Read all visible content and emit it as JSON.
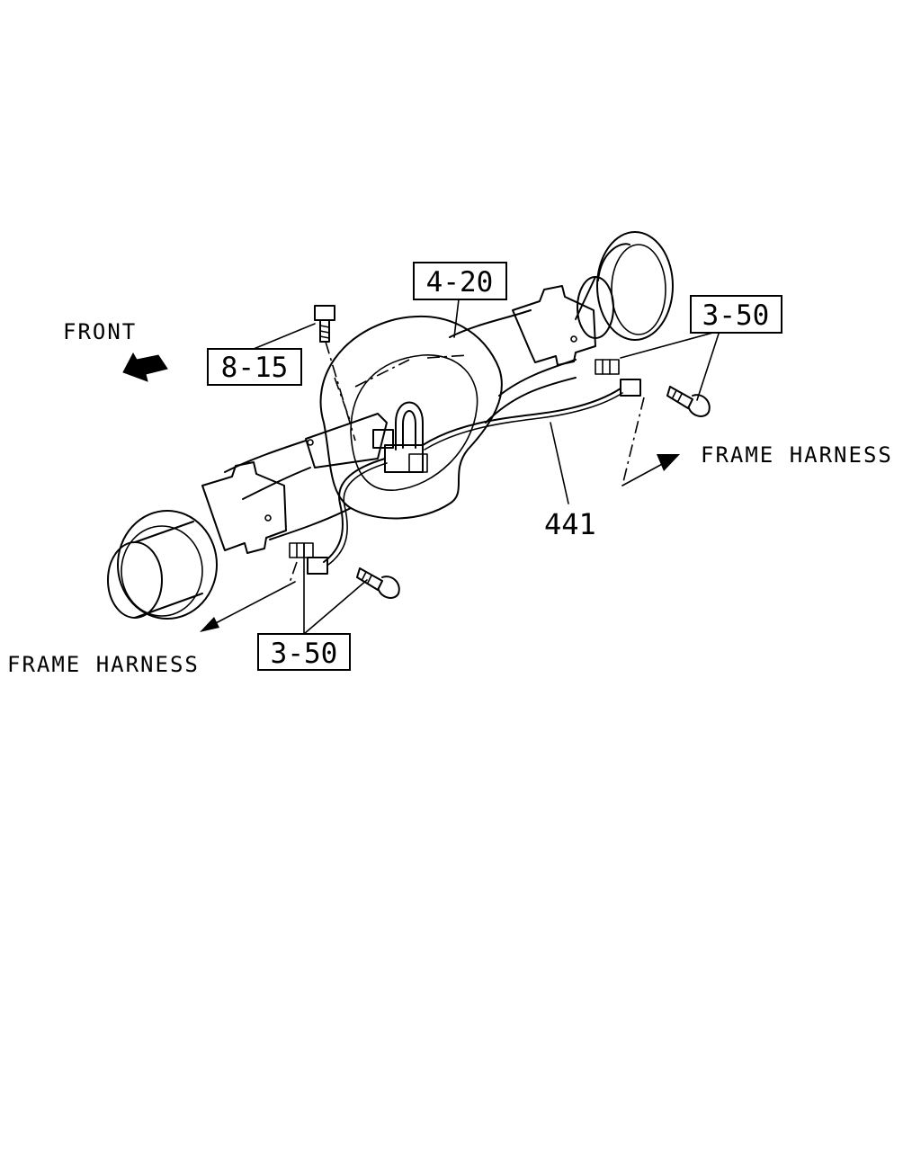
{
  "labels": {
    "front": "FRONT",
    "frame_harness_right": "FRAME HARNESS",
    "frame_harness_left": "FRAME HARNESS",
    "part_441": "441"
  },
  "ref_boxes": {
    "ref_4_20": "4-20",
    "ref_8_15": "8-15",
    "ref_3_50_right": "3-50",
    "ref_3_50_left": "3-50"
  }
}
